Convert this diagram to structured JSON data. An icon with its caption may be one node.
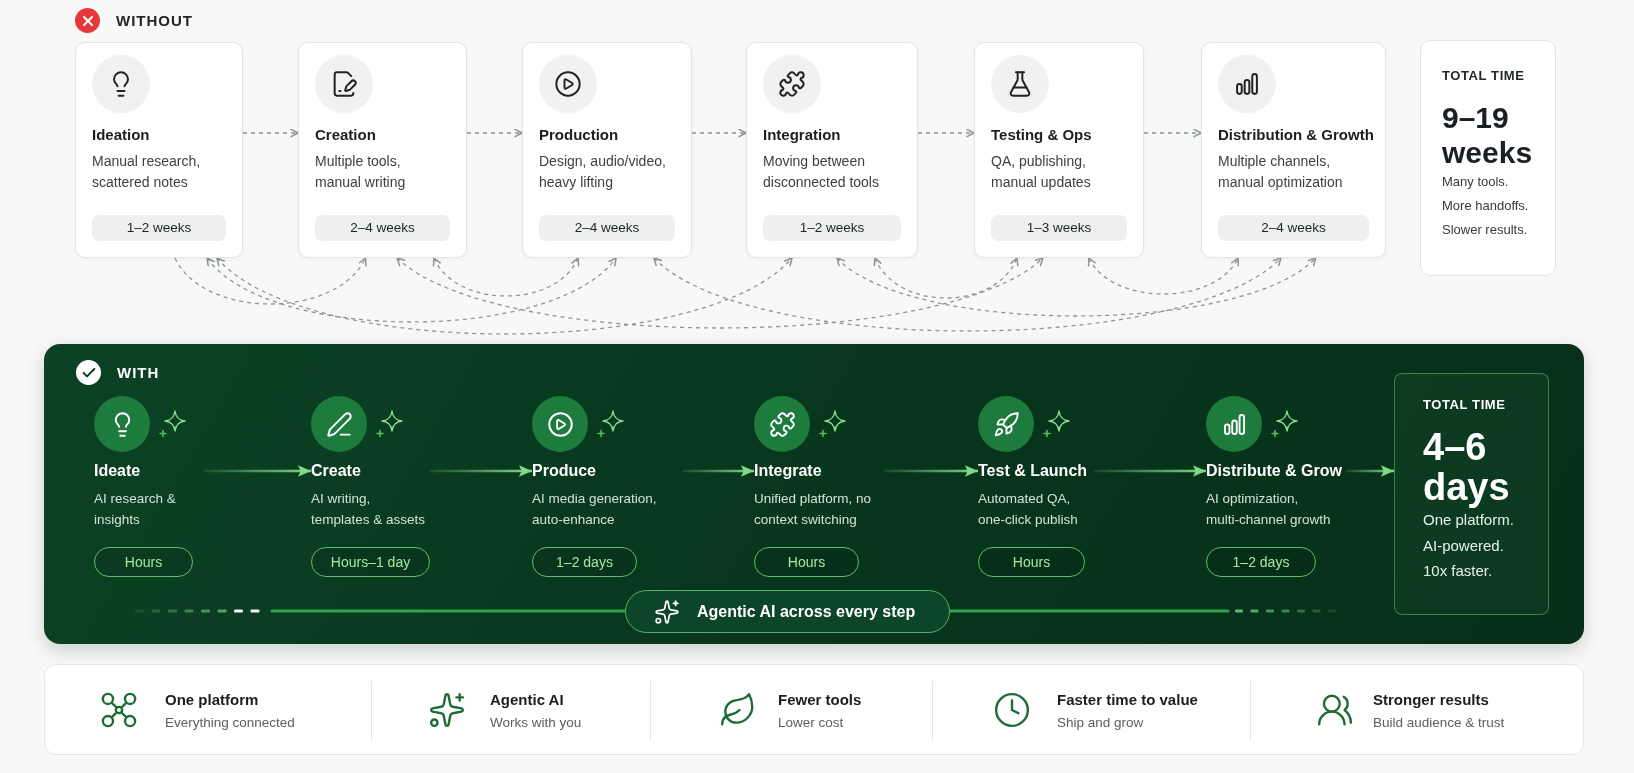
{
  "diagram": {
    "nodes": [
      {
        "text": [
          "Ideation",
          "Manual research, scattered notes",
          "1–2 weeks"
        ]
      },
      {
        "text": [
          "Creation",
          "Multiple tools, manual writing",
          "2–4 weeks"
        ]
      },
      {
        "text": [
          "Production",
          "Design, audio/video, heavy lifting",
          "2–4 weeks"
        ]
      },
      {
        "text": [
          "Integration",
          "Moving between disconnected tools",
          "1–2 weeks"
        ]
      },
      {
        "text": [
          "Testing & Ops",
          "QA, publishing, manual updates",
          "1–3 weeks"
        ]
      },
      {
        "text": [
          "Distribution & Growth",
          "Multiple channels, manual optimization",
          "2–4 weeks"
        ]
      },
      {
        "text": [
          "TOTAL TIME",
          "9–19 weeks",
          "Many tools.",
          "More handoffs.",
          "Slower results."
        ]
      },
      {
        "text": [
          "WITH"
        ]
      },
      {
        "text": [
          "Ideate",
          "AI research & insights",
          "Hours"
        ],
        "in": 7
      },
      {
        "text": [
          "Create",
          "AI writing, templates & assets",
          "Hours–1 day"
        ],
        "in": 7
      },
      {
        "text": [
          "Produce",
          "AI media generation, auto-enhance",
          "1–2 days"
        ],
        "in": 7
      },
      {
        "text": [
          "Integrate",
          "Unified platform, no context switching",
          "Hours"
        ],
        "in": 7
      },
      {
        "text": [
          "Test & Launch",
          "Automated QA, one-click publish",
          "Hours"
        ],
        "in": 7
      },
      {
        "text": [
          "Distribute & Grow",
          "AI optimization, multi-channel growth",
          "1–2 days"
        ],
        "in": 7
      },
      {
        "text": [
          "TOTAL TIME",
          "4–6 days",
          "One platform.",
          "AI-powered.",
          "10x faster."
        ],
        "in": 7
      },
      {
        "text": [
          "Agentic AI across every step"
        ],
        "in": 7
      },
      {
        "text": [
          "One platform",
          "Everything connected",
          "Agentic AI",
          "Works with you",
          "Fewer tools",
          "Lower cost",
          "Faster time to value",
          "Ship and grow",
          "Stronger results",
          "Build audience & trust"
        ]
      }
    ],
    "edges": [
      {
        "from": 0,
        "to": 1,
        "arrow": "to",
        "style": "dashed"
      },
      {
        "from": 1,
        "to": 2,
        "arrow": "to",
        "style": "dashed"
      },
      {
        "from": 2,
        "to": 3,
        "arrow": "to",
        "style": "dashed"
      },
      {
        "from": 3,
        "to": 4,
        "arrow": "to",
        "style": "dashed"
      },
      {
        "from": 4,
        "to": 5,
        "arrow": "to",
        "style": "dashed"
      },
      {
        "from": 0,
        "to": 1,
        "arrow": "to",
        "style": "dashed"
      },
      {
        "from": 0,
        "to": 2,
        "arrow": "both",
        "style": "dashed"
      },
      {
        "from": 0,
        "to": 3,
        "arrow": "both",
        "style": "dashed"
      },
      {
        "from": 1,
        "to": 4,
        "arrow": "both",
        "style": "dashed"
      },
      {
        "from": 1,
        "to": 2,
        "arrow": "both",
        "style": "dashed"
      },
      {
        "from": 2,
        "to": 5,
        "arrow": "both",
        "style": "dashed"
      },
      {
        "from": 3,
        "to": 4,
        "arrow": "both",
        "style": "dashed"
      },
      {
        "from": 3,
        "to": 5,
        "arrow": "both",
        "style": "dashed"
      },
      {
        "from": 4,
        "to": 5,
        "arrow": "both",
        "style": "dashed"
      },
      {
        "from": 8,
        "to": 9,
        "arrow": "to",
        "color": "#7ed987"
      },
      {
        "from": 9,
        "to": 10,
        "arrow": "to",
        "color": "#7ed987"
      },
      {
        "from": 10,
        "to": 11,
        "arrow": "to",
        "color": "#7ed987"
      },
      {
        "from": 11,
        "to": 12,
        "arrow": "to",
        "color": "#7ed987"
      },
      {
        "from": 12,
        "to": 13,
        "arrow": "to",
        "color": "#7ed987"
      },
      {
        "from": 13,
        "to": 14,
        "arrow": "to",
        "color": "#7ed987"
      }
    ],
    "labels": [
      "WITHOUT"
    ]
  }
}
